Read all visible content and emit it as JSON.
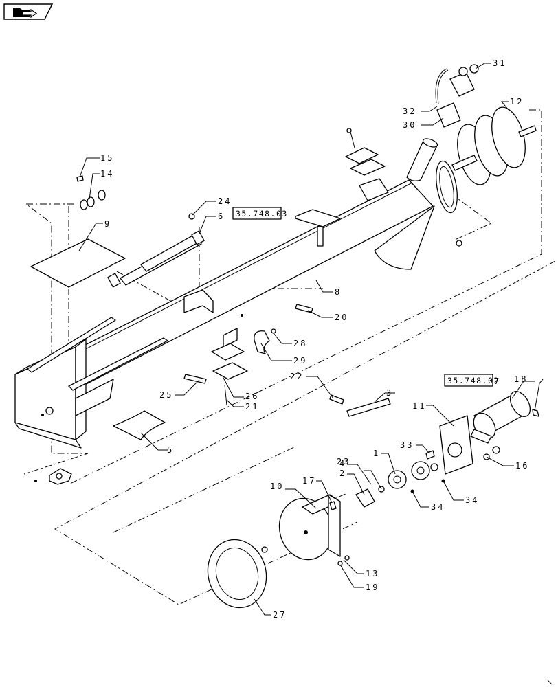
{
  "nav": {
    "icon": "folder-arrow-icon"
  },
  "refs": [
    {
      "id": "ref-35-748-03",
      "text": "35.748.03"
    },
    {
      "id": "ref-35-748-02",
      "text": "35.748.02"
    }
  ],
  "callouts": [
    {
      "id": "1",
      "text": "1"
    },
    {
      "id": "2",
      "text": "2"
    },
    {
      "id": "3",
      "text": "3"
    },
    {
      "id": "4",
      "text": "4"
    },
    {
      "id": "5",
      "text": "5"
    },
    {
      "id": "6",
      "text": "6"
    },
    {
      "id": "7",
      "text": "7"
    },
    {
      "id": "8",
      "text": "8"
    },
    {
      "id": "9",
      "text": "9"
    },
    {
      "id": "10",
      "text": "10"
    },
    {
      "id": "11",
      "text": "11"
    },
    {
      "id": "12",
      "text": "12"
    },
    {
      "id": "13",
      "text": "13"
    },
    {
      "id": "14",
      "text": "14"
    },
    {
      "id": "15",
      "text": "15"
    },
    {
      "id": "16",
      "text": "16"
    },
    {
      "id": "17",
      "text": "17"
    },
    {
      "id": "18",
      "text": "18"
    },
    {
      "id": "19",
      "text": "19"
    },
    {
      "id": "20",
      "text": "20"
    },
    {
      "id": "21",
      "text": "21"
    },
    {
      "id": "22",
      "text": "22"
    },
    {
      "id": "23",
      "text": "23"
    },
    {
      "id": "24",
      "text": "24"
    },
    {
      "id": "25",
      "text": "25"
    },
    {
      "id": "26",
      "text": "26"
    },
    {
      "id": "27",
      "text": "27"
    },
    {
      "id": "28",
      "text": "28"
    },
    {
      "id": "29",
      "text": "29"
    },
    {
      "id": "30",
      "text": "30"
    },
    {
      "id": "31",
      "text": "31"
    },
    {
      "id": "32",
      "text": "32"
    },
    {
      "id": "33",
      "text": "33"
    },
    {
      "id": "34a",
      "text": "34"
    },
    {
      "id": "34b",
      "text": "34"
    }
  ]
}
